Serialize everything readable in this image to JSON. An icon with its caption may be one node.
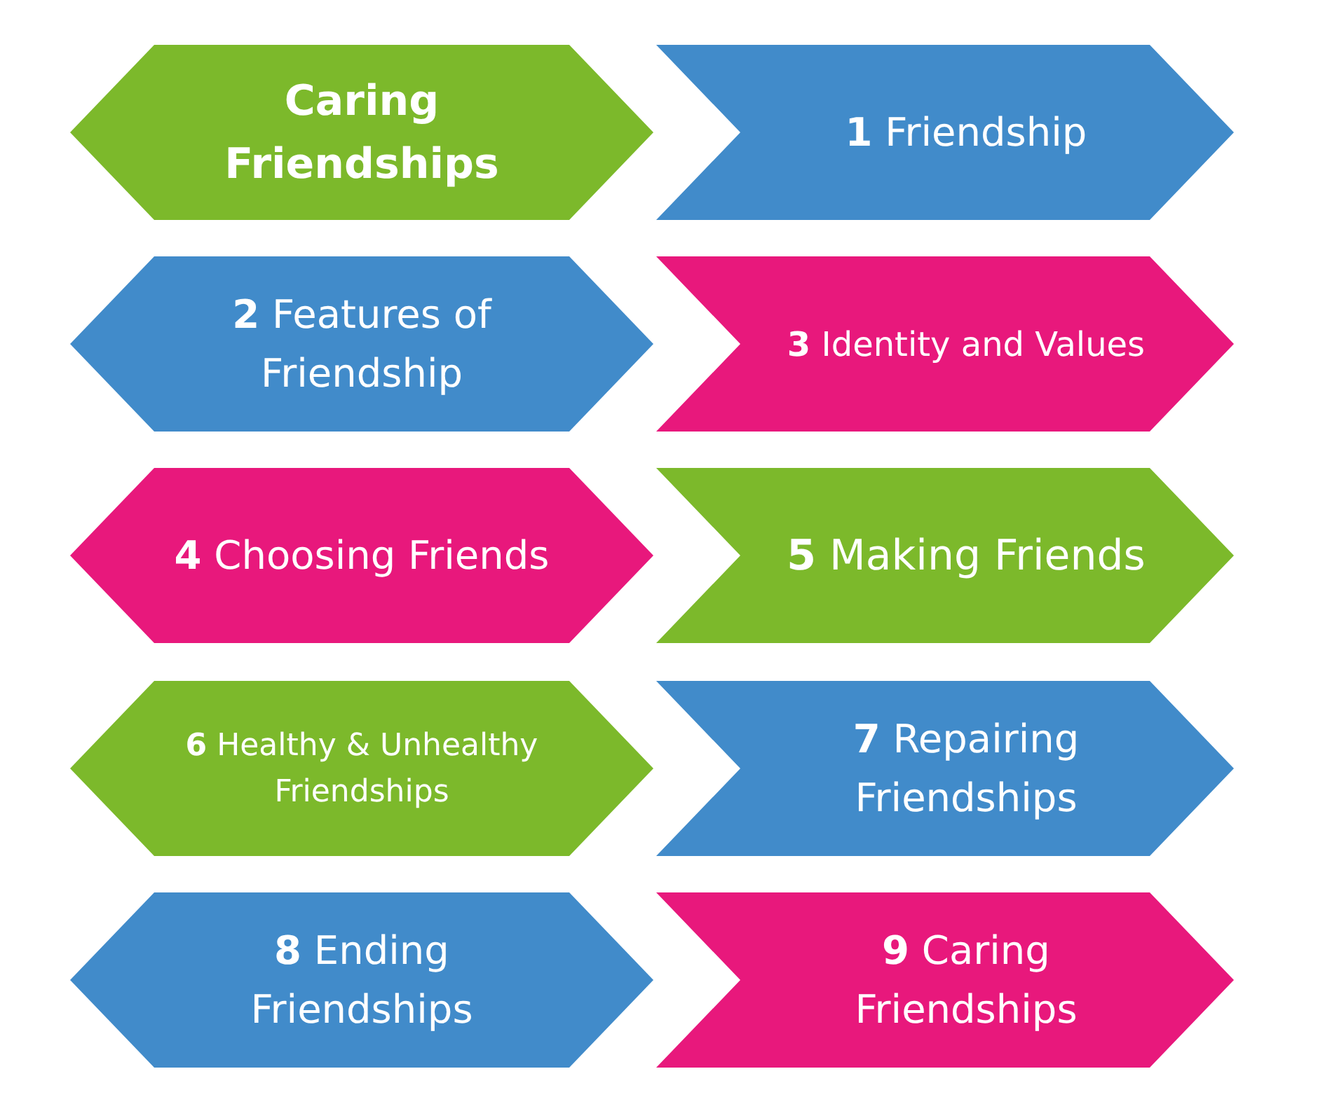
{
  "diagram": {
    "nodes": [
      {
        "text": [
          "Caring Friendships"
        ]
      },
      {
        "text": [
          "**1** Friendship"
        ]
      },
      {
        "text": [
          "**2** Features of Friendship"
        ]
      },
      {
        "text": [
          "**3** Identity and Values"
        ]
      },
      {
        "text": [
          "**4** Choosing Friends"
        ]
      },
      {
        "text": [
          "**5** Making Friends"
        ]
      },
      {
        "text": [
          "**6** Healthy & Unhealthy Friendships"
        ]
      },
      {
        "text": [
          "**7** Repairing Friendships"
        ]
      },
      {
        "text": [
          "**8** Ending Friendships"
        ]
      },
      {
        "text": [
          "**9** Caring Friendships"
        ]
      }
    ],
    "edges": []
  }
}
